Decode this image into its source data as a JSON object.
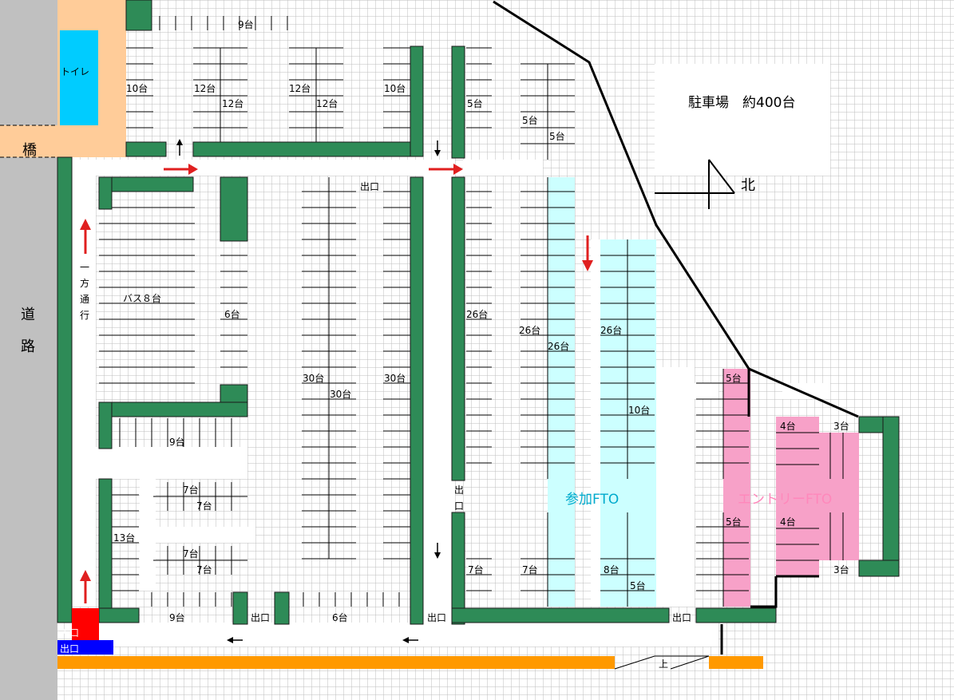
{
  "labels": {
    "toilet": "トイレ",
    "bridge": "橋",
    "road_1": "道",
    "road_2": "路",
    "one_way_1": "一",
    "one_way_2": "方",
    "one_way_3": "通",
    "one_way_4": "行",
    "bus": "バス８台",
    "parking_title": "駐車場　約400台",
    "north": "北",
    "entrance": "入口",
    "exit": "出口",
    "exit_vertical_1": "出",
    "exit_vertical_2": "口",
    "up": "上"
  },
  "zones": {
    "participant": "参加FTO",
    "entry": "エントリーFTO"
  },
  "capacity": {
    "c9a": "9台",
    "c10a": "10台",
    "c12a": "12台",
    "c12b": "12台",
    "c12c": "12台",
    "c12d": "12台",
    "c10b": "10台",
    "c5a": "5台",
    "c5b": "5台",
    "c5c": "5台",
    "c6a": "6台",
    "c26a": "26台",
    "c26b": "26台",
    "c26c": "26台",
    "c26d": "26台",
    "c30a": "30台",
    "c30b": "30台",
    "c30c": "30台",
    "c10c": "10台",
    "c5d": "5台",
    "c4a": "4台",
    "c3a": "3台",
    "c9b": "9台",
    "c7a": "7台",
    "c7b": "7台",
    "c13": "13台",
    "c7c": "7台",
    "c7d": "7台",
    "c9c": "9台",
    "c6b": "6台",
    "c7e": "7台",
    "c7f": "7台",
    "c8": "8台",
    "c5e": "5台",
    "c5f": "5台",
    "c4b": "4台",
    "c3b": "3台"
  },
  "colors": {
    "wall": "#2e8b57",
    "arrow": "#e02020",
    "participant_zone": "#ccffff",
    "entry_zone": "#f7a1c8",
    "toilet": "#00ccff",
    "building": "#ffcc99",
    "road": "#c0c0c0",
    "barrier": "#ff9900",
    "entrance": "#ff0000",
    "exit": "#0000ff",
    "participant_text": "#00aacc",
    "entry_text": "#ff88bb"
  }
}
